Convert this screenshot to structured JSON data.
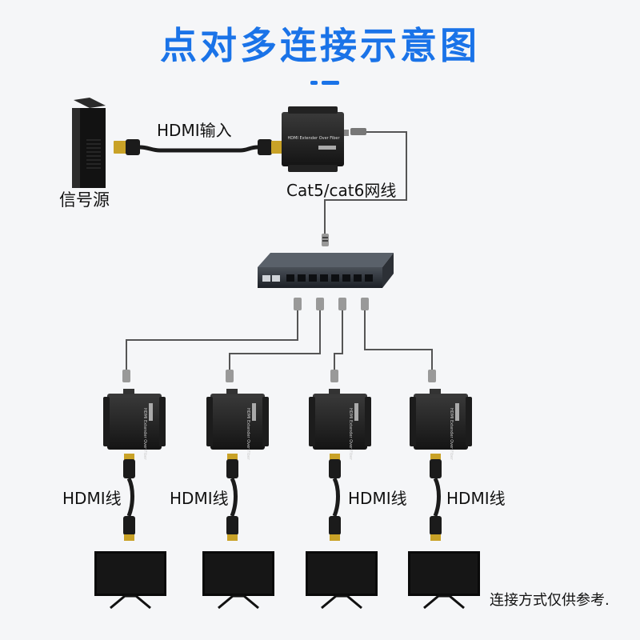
{
  "title": "点对多连接示意图",
  "labels": {
    "source": "信号源",
    "hdmi_input": "HDMI输入",
    "cable": "Cat5/cat6网线",
    "hdmi_line": "HDMI线",
    "footnote": "连接方式仅供参考."
  },
  "device_text": "HDMI Extender Over Fiber",
  "colors": {
    "title": "#1a73e8",
    "accent_bar": "#1a73e8",
    "device": "#1e1e1e",
    "cable": "#555555"
  },
  "icons": [
    "pc-tower-icon",
    "hdmi-cable-icon",
    "transmitter-icon",
    "network-switch-icon",
    "receiver-icon",
    "monitor-icon",
    "rj45-connector-icon"
  ]
}
